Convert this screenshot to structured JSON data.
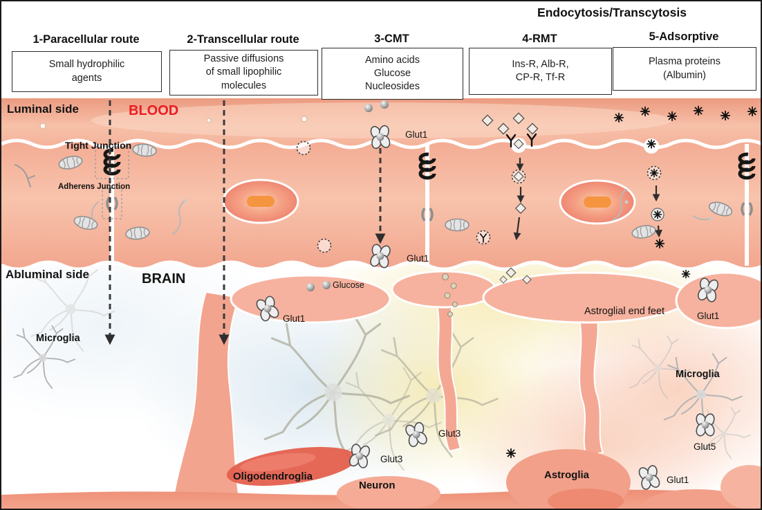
{
  "figure": {
    "title": "Endocytosis/Transcytosis"
  },
  "routes": [
    {
      "heading": "1-Paracellular route",
      "description": "Small hydrophilic\nagents"
    },
    {
      "heading": "2-Transcellular route",
      "description": "Passive diffusions\nof small lipophilic\nmolecules"
    },
    {
      "heading": "3-CMT",
      "description": "Amino acids\nGlucose\nNucleosides"
    },
    {
      "heading": "4-RMT",
      "description": "Ins-R, Alb-R,\nCP-R, Tf-R"
    },
    {
      "heading": "5-Adsorptive",
      "description": "Plasma proteins\n(Albumin)"
    }
  ],
  "labels": {
    "luminal_side": "Luminal side",
    "blood": "BLOOD",
    "tight_junction": "Tight Junction",
    "adherens_junction": "Adherens Junction",
    "abluminal_side": "Abluminal side",
    "brain": "BRAIN",
    "microglia_left": "Microglia",
    "microglia_right": "Microglia",
    "glucose": "Glucose",
    "glut1_luminal": "Glut1",
    "glut1_abluminal": "Glut1",
    "glut1_endfoot_left": "Glut1",
    "glut1_endfoot_right": "Glut1",
    "glut1_bottom_right": "Glut1",
    "glut3_upper": "Glut3",
    "glut3_lower": "Glut3",
    "glut5": "Glut5",
    "astroglial_end_feet": "Astroglial end feet",
    "oligodendroglia": "Oligodendroglia",
    "neuron": "Neuron",
    "astroglia": "Astroglia"
  },
  "colors": {
    "blood_text": "#ed1c24",
    "cell_body": "#f5b19b",
    "endfoot": "#f6b29e",
    "membrane": "#ffffff",
    "junction_black": "#161616",
    "arrow": "#2e2e2e",
    "bottom_band": "#ee8f76",
    "oligodendroglia_cell": "#e4604e"
  }
}
